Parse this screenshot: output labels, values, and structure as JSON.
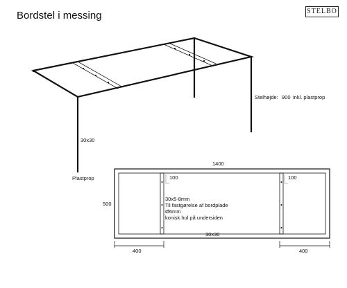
{
  "title": "Bordstel i messing",
  "logo": "STELBO",
  "perspective": {
    "height_label": "Stelhøjde:",
    "height_value": "900",
    "height_note": "inkl. plastprop",
    "leg_profile": "30x30",
    "foot": "Plastprop"
  },
  "plan": {
    "length": "1400",
    "width": "500",
    "crossbar_offset": "100",
    "crossbar_offset_right": "100",
    "end_left": "400",
    "end_right": "400",
    "frame_profile": "30x30",
    "crossbar_note": [
      "30x5-8mm",
      "Til fastgørelse af bordplade",
      "Ø6mm",
      "konisk hul på undersiden"
    ]
  }
}
